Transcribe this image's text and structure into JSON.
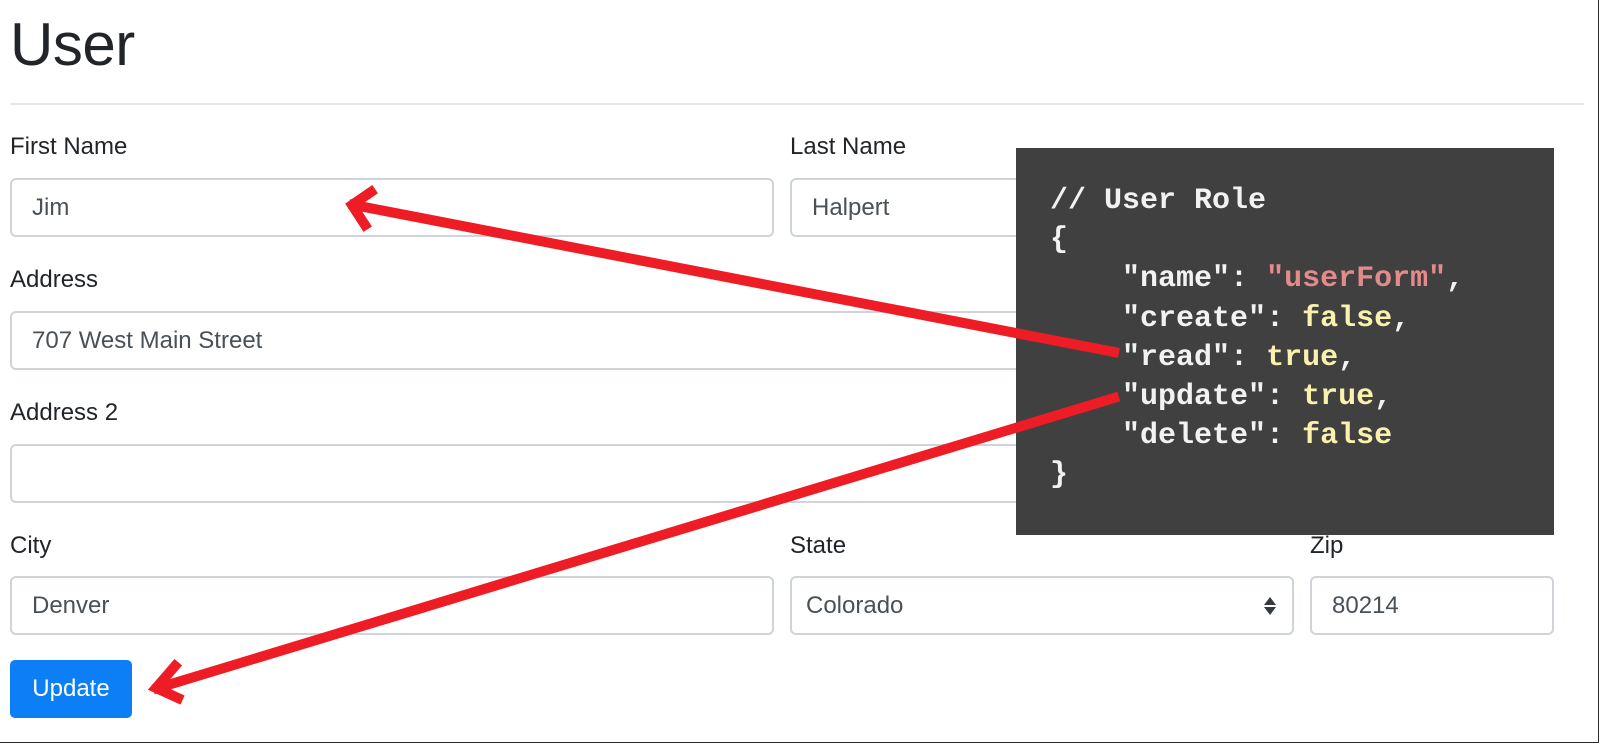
{
  "page": {
    "title": "User"
  },
  "form": {
    "first_name": {
      "label": "First Name",
      "value": "Jim"
    },
    "last_name": {
      "label": "Last Name",
      "value": "Halpert"
    },
    "address": {
      "label": "Address",
      "value": "707 West Main Street"
    },
    "address2": {
      "label": "Address 2",
      "value": ""
    },
    "city": {
      "label": "City",
      "value": "Denver"
    },
    "state": {
      "label": "State",
      "value": "Colorado"
    },
    "zip": {
      "label": "Zip",
      "value": "80214"
    },
    "submit_label": "Update"
  },
  "code_panel": {
    "comment": "// User Role",
    "open_brace": "{",
    "close_brace": "}",
    "indent": "    ",
    "colon": ": ",
    "comma": ",",
    "entries": {
      "name": {
        "key": "\"name\"",
        "value": "\"userForm\""
      },
      "create": {
        "key": "\"create\"",
        "value": "false"
      },
      "read": {
        "key": "\"read\"",
        "value": "true"
      },
      "update": {
        "key": "\"update\"",
        "value": "true"
      },
      "delete": {
        "key": "\"delete\"",
        "value": "false"
      }
    }
  },
  "colors": {
    "accent": "#0d7ff6",
    "annotation_arrow": "#ee1c25",
    "code_background": "#404040",
    "code_string": "#e38b8b",
    "code_boolean": "#f8f2ad"
  },
  "icons": {
    "state_select": "select-arrows-icon"
  }
}
